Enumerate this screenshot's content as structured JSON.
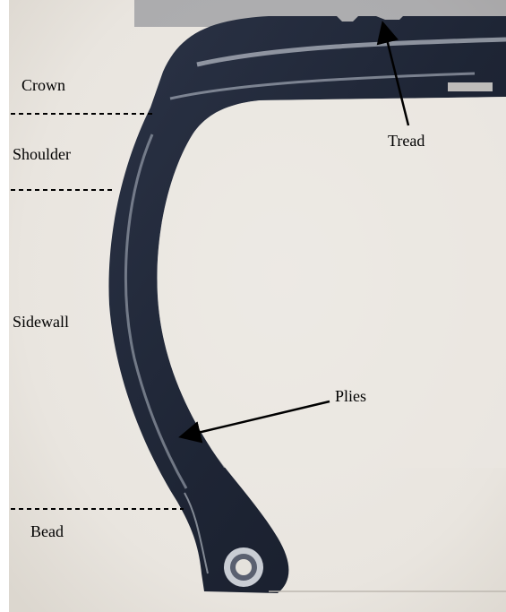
{
  "labels": {
    "crown": "Crown",
    "shoulder": "Shoulder",
    "sidewall": "Sidewall",
    "bead": "Bead",
    "tread": "Tread",
    "plies": "Plies"
  },
  "colors": {
    "backdrop": "#ece9e3",
    "rubber": "#1f2637",
    "cord_highlight": "#c7cdd6",
    "annotation": "#000000"
  }
}
